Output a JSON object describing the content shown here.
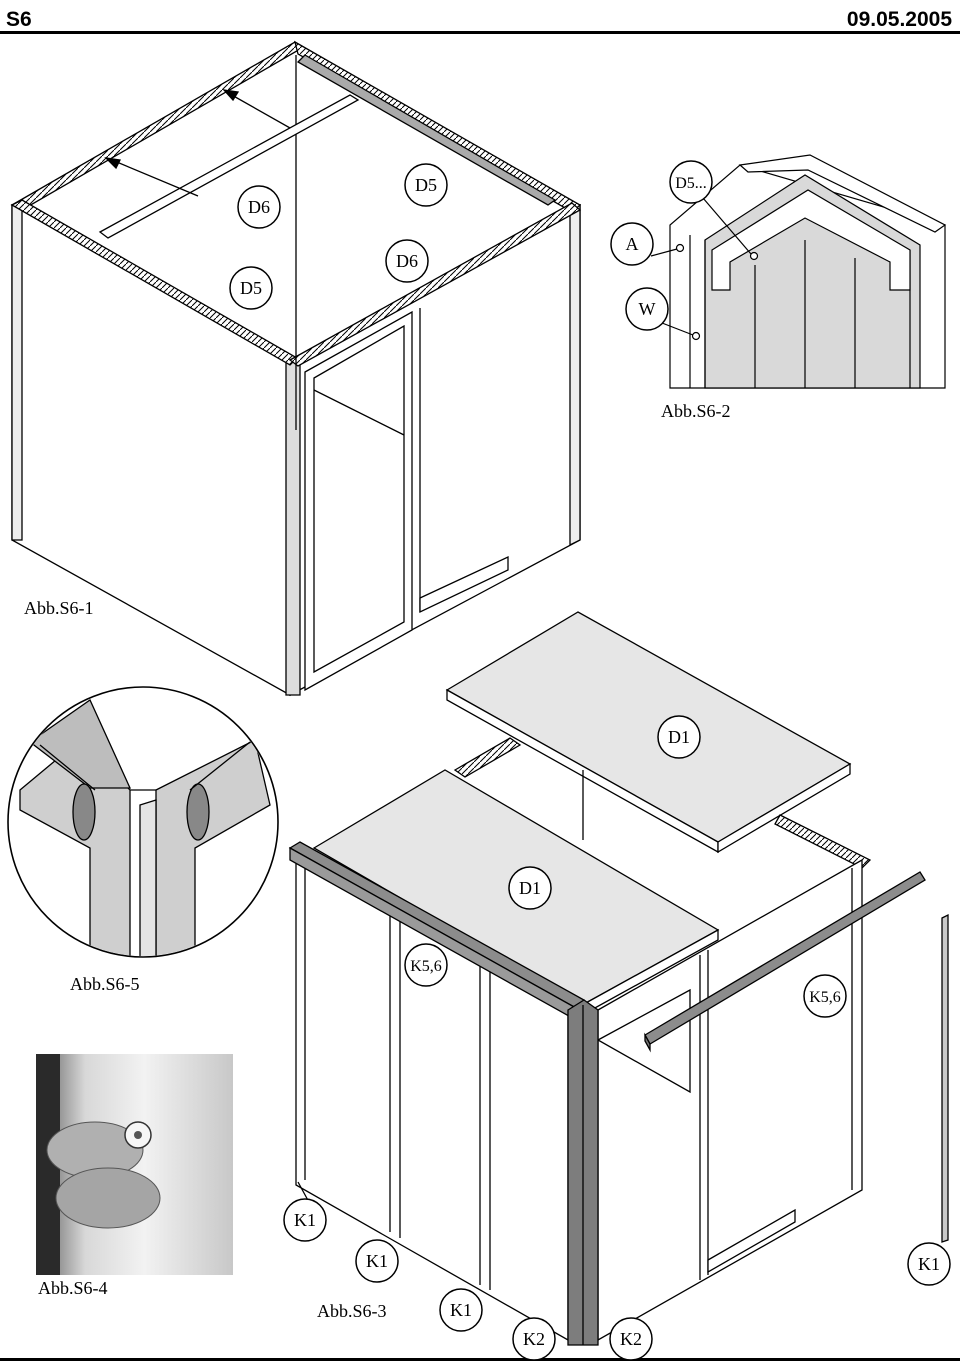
{
  "header": {
    "sheet": "S6",
    "date": "09.05.2005"
  },
  "figures": {
    "s6_1": {
      "caption": "Abb.S6-1",
      "labels": [
        "D6",
        "D5",
        "D6",
        "D5"
      ]
    },
    "s6_2": {
      "caption": "Abb.S6-2",
      "labels": [
        "D5...",
        "A",
        "W"
      ]
    },
    "s6_3": {
      "caption": "Abb.S6-3",
      "labels": [
        "D1",
        "D1",
        "K5,6",
        "K5,6",
        "K1",
        "K1",
        "K1",
        "K1",
        "K2",
        "K2"
      ]
    },
    "s6_4": {
      "caption": "Abb.S6-4"
    },
    "s6_5": {
      "caption": "Abb.S6-5"
    }
  }
}
